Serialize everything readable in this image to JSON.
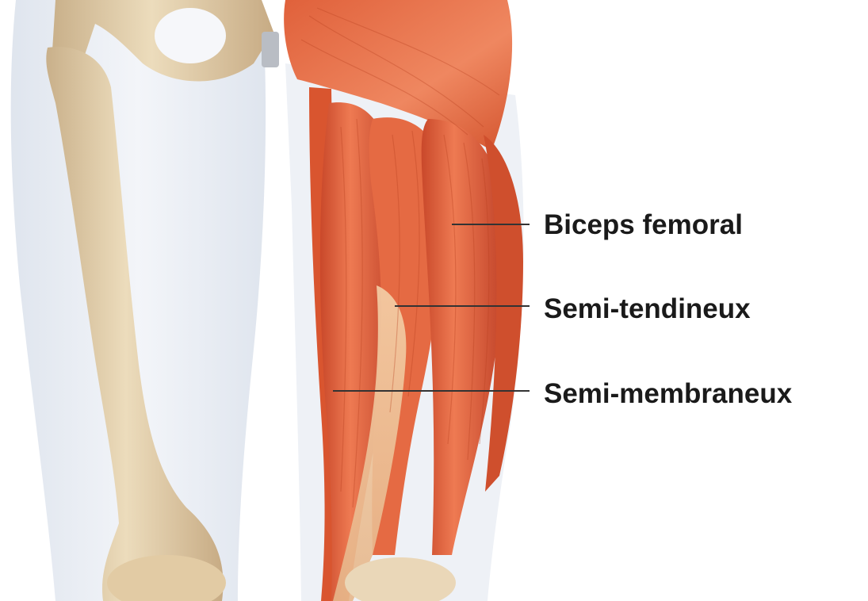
{
  "labels": {
    "biceps_femoral": "Biceps femoral",
    "semi_tendineux": "Semi-tendineux",
    "semi_membraneux": "Semi-membraneux"
  },
  "colors": {
    "background": "#ffffff",
    "skin_silhouette": "#e8ecf3",
    "bone": "#e6d2b0",
    "bone_shadow": "#c9b08a",
    "muscle": "#e8673f",
    "muscle_dark": "#c9482a",
    "tendon": "#f2c9a0",
    "leader_line": "#333333",
    "label_text": "#1a1a1a"
  }
}
